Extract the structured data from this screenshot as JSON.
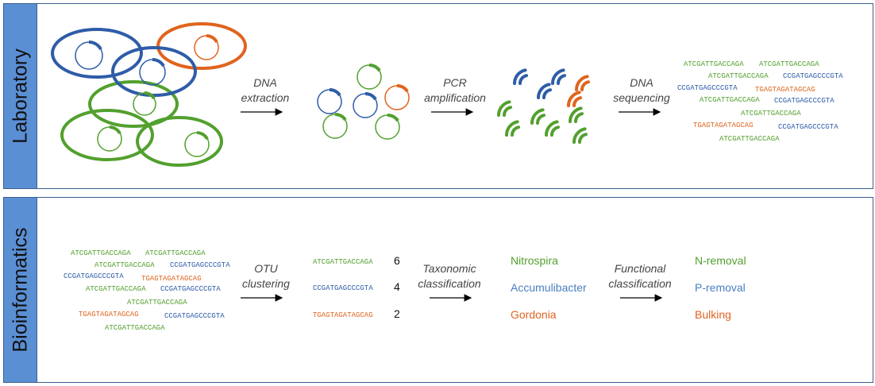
{
  "colors": {
    "green": "#52a02e",
    "blue": "#2e5ca8",
    "orange": "#e0641e",
    "func_blue": "#4a7fc0",
    "panel_side": "#5b8fd4",
    "panel_border": "#3d5f8f"
  },
  "laboratory": {
    "label": "Laboratory",
    "steps": [
      {
        "line1": "DNA",
        "line2": "extraction"
      },
      {
        "line1": "PCR",
        "line2": "amplification"
      },
      {
        "line1": "DNA",
        "line2": "sequencing"
      }
    ],
    "reads": [
      {
        "text": "ATCGATTGACCAGA",
        "color": "green"
      },
      {
        "text": "ATCGATTGACCAGA",
        "color": "green"
      },
      {
        "text": "ATCGATTGACCAGA",
        "color": "green"
      },
      {
        "text": "CCGATGAGCCCGTA",
        "color": "blue"
      },
      {
        "text": "CCGATGAGCCCGTA",
        "color": "blue"
      },
      {
        "text": "TGAGTAGATAGCAG",
        "color": "orange"
      },
      {
        "text": "ATCGATTGACCAGA",
        "color": "green"
      },
      {
        "text": "CCGATGAGCCCGTA",
        "color": "blue"
      },
      {
        "text": "ATCGATTGACCAGA",
        "color": "green"
      },
      {
        "text": "TGAGTAGATAGCAG",
        "color": "orange"
      },
      {
        "text": "CCGATGAGCCCGTA",
        "color": "blue"
      },
      {
        "text": "ATCGATTGACCAGA",
        "color": "green"
      }
    ]
  },
  "bioinformatics": {
    "label": "Bioinformatics",
    "steps": [
      {
        "line1": "OTU",
        "line2": "clustering"
      },
      {
        "line1": "Taxonomic",
        "line2": "classification"
      },
      {
        "line1": "Functional",
        "line2": "classification"
      }
    ],
    "reads": [
      {
        "text": "ATCGATTGACCAGA",
        "color": "green"
      },
      {
        "text": "ATCGATTGACCAGA",
        "color": "green"
      },
      {
        "text": "ATCGATTGACCAGA",
        "color": "green"
      },
      {
        "text": "CCGATGAGCCCGTA",
        "color": "blue"
      },
      {
        "text": "CCGATGAGCCCGTA",
        "color": "blue"
      },
      {
        "text": "TGAGTAGATAGCAG",
        "color": "orange"
      },
      {
        "text": "ATCGATTGACCAGA",
        "color": "green"
      },
      {
        "text": "CCGATGAGCCCGTA",
        "color": "blue"
      },
      {
        "text": "ATCGATTGACCAGA",
        "color": "green"
      },
      {
        "text": "TGAGTAGATAGCAG",
        "color": "orange"
      },
      {
        "text": "CCGATGAGCCCGTA",
        "color": "blue"
      },
      {
        "text": "ATCGATTGACCAGA",
        "color": "green"
      }
    ],
    "otus": [
      {
        "seq": "ATCGATTGACCAGA",
        "count": "6",
        "color": "green"
      },
      {
        "seq": "CCGATGAGCCCGTA",
        "count": "4",
        "color": "blue"
      },
      {
        "seq": "TGAGTAGATAGCAG",
        "count": "2",
        "color": "orange"
      }
    ],
    "taxa": [
      {
        "name": "Nitrospira",
        "color": "green"
      },
      {
        "name": "Accumulibacter",
        "color": "func_blue"
      },
      {
        "name": "Gordonia",
        "color": "orange"
      }
    ],
    "functions": [
      {
        "name": "N-removal",
        "color": "green"
      },
      {
        "name": "P-removal",
        "color": "func_blue"
      },
      {
        "name": "Bulking",
        "color": "orange"
      }
    ]
  }
}
